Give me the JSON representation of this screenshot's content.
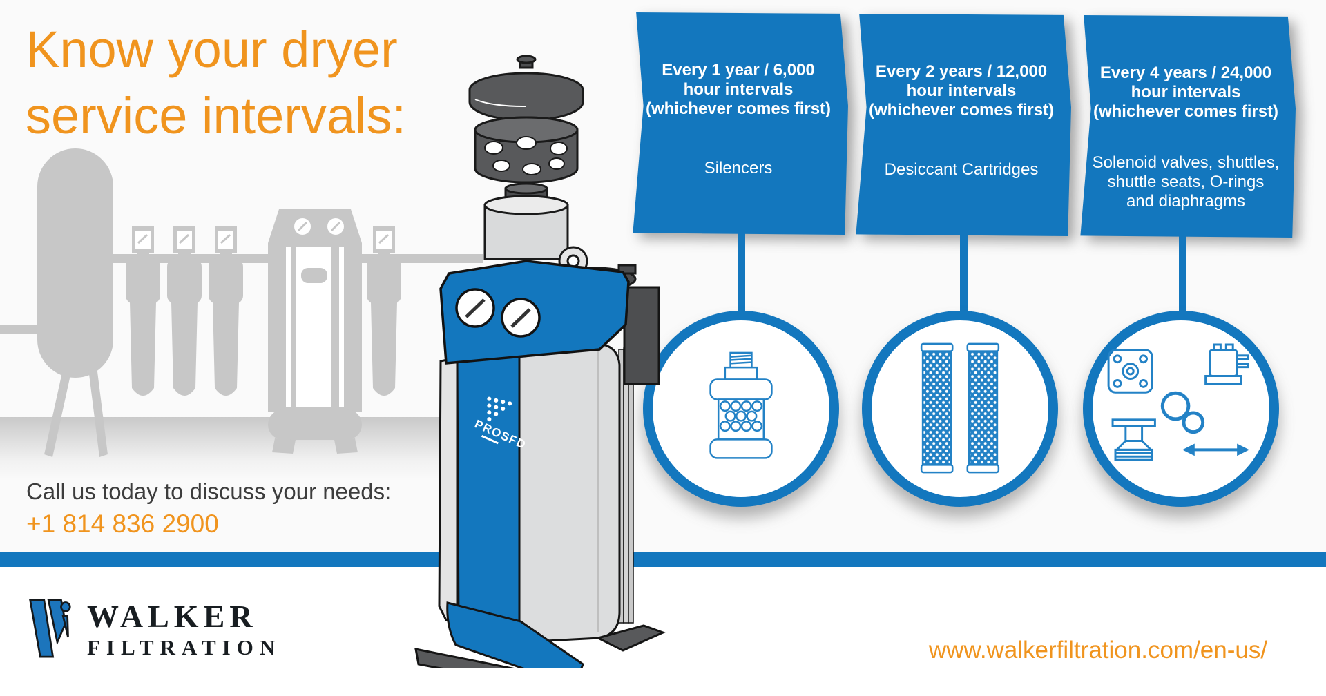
{
  "title": {
    "line1": "Know your dryer",
    "line2": "service intervals:"
  },
  "panels": [
    {
      "heading": "Every 1 year / 6,000\nhour intervals\n(whichever comes first)",
      "item": "Silencers"
    },
    {
      "heading": "Every 2 years / 12,000\nhour intervals\n(whichever comes first)",
      "item": "Desiccant Cartridges"
    },
    {
      "heading": "Every 4 years / 24,000\nhour intervals\n(whichever comes first)",
      "item": "Solenoid valves, shuttles,\nshuttle seats, O-rings\nand diaphragms"
    }
  ],
  "contact": {
    "label": "Call us today to discuss your needs:",
    "phone": "+1 814 836 2900"
  },
  "brand": {
    "name": "WALKER",
    "sub": "FILTRATION"
  },
  "machine": {
    "model": "PROSFD"
  },
  "footer": {
    "url": "www.walkerfiltration.com/en-us/"
  },
  "colors": {
    "accent_blue": "#1377be",
    "accent_orange": "#f0941e",
    "icon_line_blue": "#2382c6",
    "silhouette_gray": "#c7c7c7"
  }
}
